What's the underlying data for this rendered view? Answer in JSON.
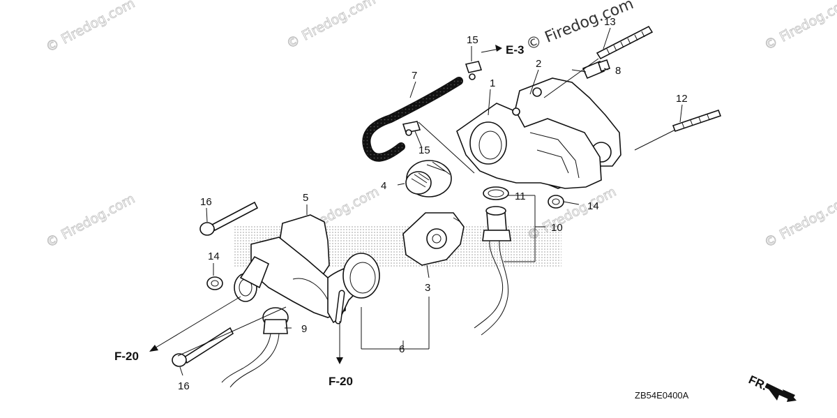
{
  "watermark": "© Firedog.com",
  "callouts": {
    "c1": "1",
    "c2": "2",
    "c3": "3",
    "c4": "4",
    "c5": "5",
    "c6": "6",
    "c7": "7",
    "c8": "8",
    "c9": "9",
    "c10": "10",
    "c11": "11",
    "c12": "12",
    "c13": "13",
    "c14a": "14",
    "c14b": "14",
    "c15a": "15",
    "c15b": "15",
    "c16a": "16",
    "c16b": "16"
  },
  "refs": {
    "e3": "E-3",
    "f20_left": "F-20",
    "f20_bottom": "F-20"
  },
  "direction_label": "FR.",
  "diagram_code": "ZB54E0400A"
}
